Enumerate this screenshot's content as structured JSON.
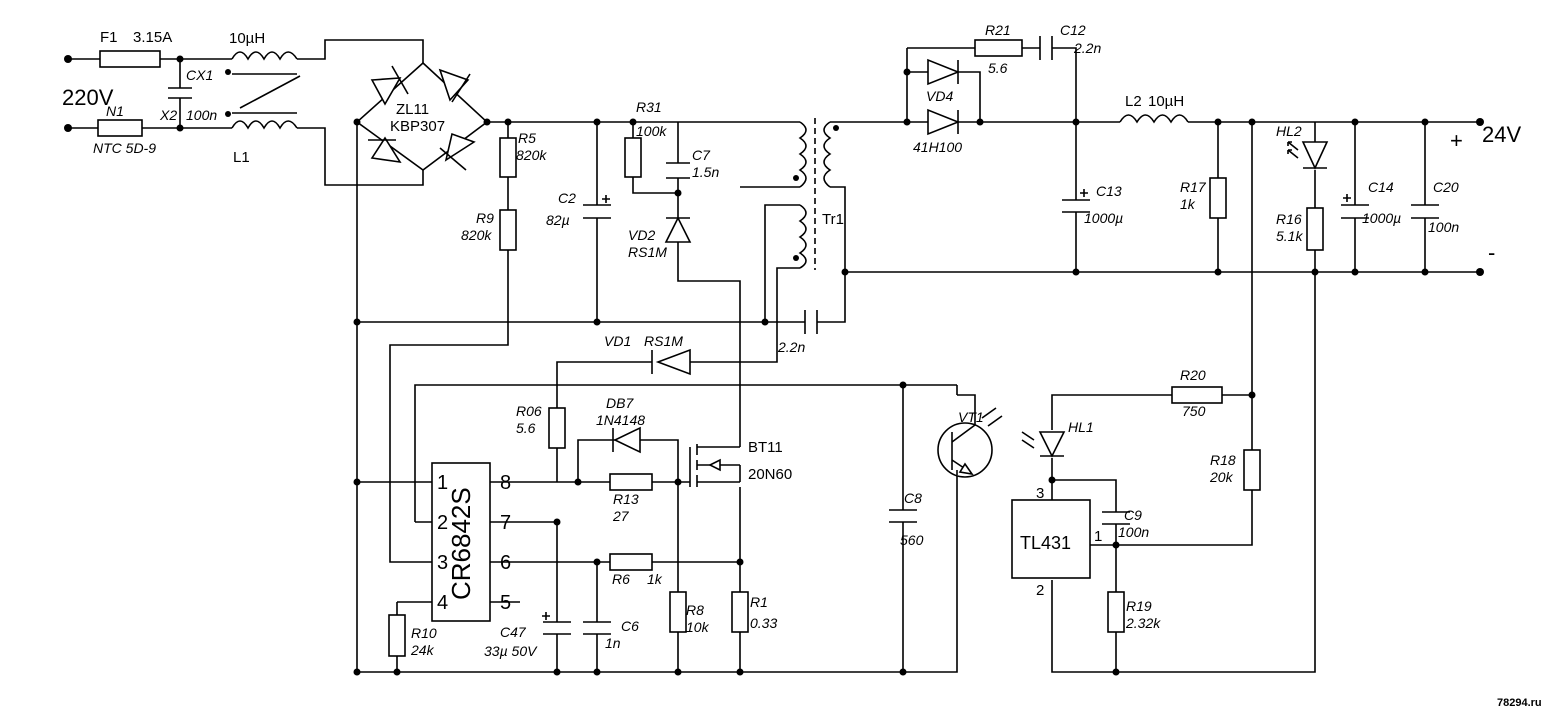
{
  "input": {
    "voltage": "220V"
  },
  "output": {
    "voltage": "24V",
    "plus": "+",
    "minus": "-"
  },
  "components": {
    "F1": {
      "ref": "F1",
      "value": "3.15A"
    },
    "L_in": {
      "value": "10µH"
    },
    "CX1": {
      "ref": "CX1"
    },
    "X2": {
      "ref": "X2",
      "value": "100n"
    },
    "L1": {
      "ref": "L1"
    },
    "N1": {
      "ref": "N1",
      "value": "NTC 5D-9"
    },
    "ZL11": {
      "ref": "ZL11",
      "value": "KBP307"
    },
    "R5": {
      "ref": "R5",
      "value": "820k"
    },
    "R9": {
      "ref": "R9",
      "value": "820k"
    },
    "C2": {
      "ref": "C2",
      "value": "82µ"
    },
    "R31": {
      "ref": "R31",
      "value": "100k"
    },
    "C7": {
      "ref": "C7",
      "value": "1.5n"
    },
    "VD2": {
      "ref": "VD2",
      "value": "RS1M"
    },
    "Tr1": {
      "ref": "Tr1"
    },
    "C_y": {
      "value": "2.2n"
    },
    "VD1": {
      "ref": "VD1",
      "value": "RS1M"
    },
    "R21": {
      "ref": "R21",
      "value": "5.6"
    },
    "C12": {
      "ref": "C12",
      "value": "2.2n"
    },
    "VD4": {
      "ref": "VD4",
      "value": "41H100"
    },
    "C13": {
      "ref": "C13",
      "value": "1000µ"
    },
    "L2": {
      "ref": "L2",
      "value": "10µH"
    },
    "R17": {
      "ref": "R17",
      "value": "1k"
    },
    "HL2": {
      "ref": "HL2"
    },
    "R16": {
      "ref": "R16",
      "value": "5.1k"
    },
    "C14": {
      "ref": "C14",
      "value": "1000µ"
    },
    "C20": {
      "ref": "C20",
      "value": "100n"
    },
    "R06": {
      "ref": "R06",
      "value": "5.6"
    },
    "DB7": {
      "ref": "DB7",
      "value": "1N4148"
    },
    "BT11": {
      "ref": "BT11",
      "value": "20N60"
    },
    "R13": {
      "ref": "R13",
      "value": "27"
    },
    "R6": {
      "ref": "R6",
      "value": "1k"
    },
    "R8": {
      "ref": "R8",
      "value": "10k"
    },
    "R1": {
      "ref": "R1",
      "value": "0.33"
    },
    "R10": {
      "ref": "R10",
      "value": "24k"
    },
    "C47": {
      "ref": "C47",
      "value": "33µ 50V"
    },
    "C6": {
      "ref": "C6",
      "value": "1n"
    },
    "C8": {
      "ref": "C8",
      "value": "560"
    },
    "VT1": {
      "ref": "VT1"
    },
    "HL1": {
      "ref": "HL1"
    },
    "R20": {
      "ref": "R20",
      "value": "750"
    },
    "R18": {
      "ref": "R18",
      "value": "20k"
    },
    "C9": {
      "ref": "C9",
      "value": "100n"
    },
    "R19": {
      "ref": "R19",
      "value": "2.32k"
    }
  },
  "ic": {
    "name": "CR6842S",
    "pins": [
      "1",
      "2",
      "3",
      "4",
      "8",
      "7",
      "6",
      "5"
    ]
  },
  "tl431": {
    "name": "TL431",
    "pins": [
      "3",
      "1",
      "2"
    ]
  },
  "watermark": "78294.ru"
}
